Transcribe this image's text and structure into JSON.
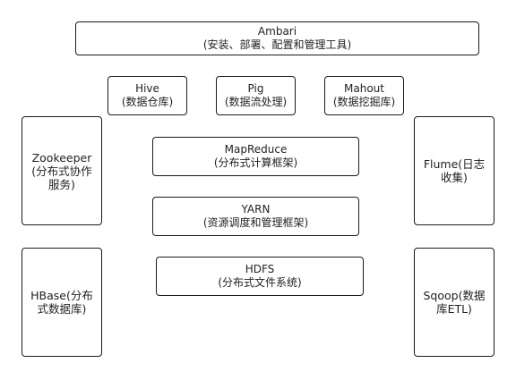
{
  "diagram": {
    "ambari": "Ambari\n(安装、部署、配置和管理工具)",
    "hive": "Hive\n(数据仓库)",
    "pig": "Pig\n(数据流处理)",
    "mahout": "Mahout\n(数据挖掘库)",
    "zookeeper": "Zookeeper\n(分布式协作服务)",
    "mapreduce": "MapReduce\n(分布式计算框架)",
    "yarn": "YARN\n(资源调度和管理框架)",
    "hdfs": "HDFS\n(分布式文件系统)",
    "flume": "Flume(日志收集)",
    "hbase": "HBase(分布式数据库)",
    "sqoop": "Sqoop(数据库ETL)"
  }
}
